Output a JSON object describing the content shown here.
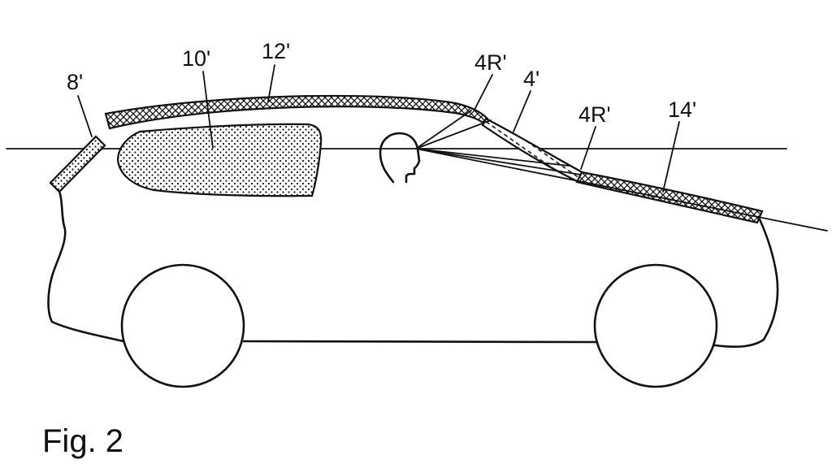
{
  "figure": {
    "caption": "Fig. 2",
    "labels": {
      "rear_window": "8'",
      "side_window": "10'",
      "roof_panel": "12'",
      "windshield": "4'",
      "reflection_zone_upper": "4R'",
      "reflection_zone_lower": "4R'",
      "hood_panel": "14'"
    },
    "pattern_color": "#111111",
    "line_color": "#111111",
    "background_color": "#ffffff"
  }
}
